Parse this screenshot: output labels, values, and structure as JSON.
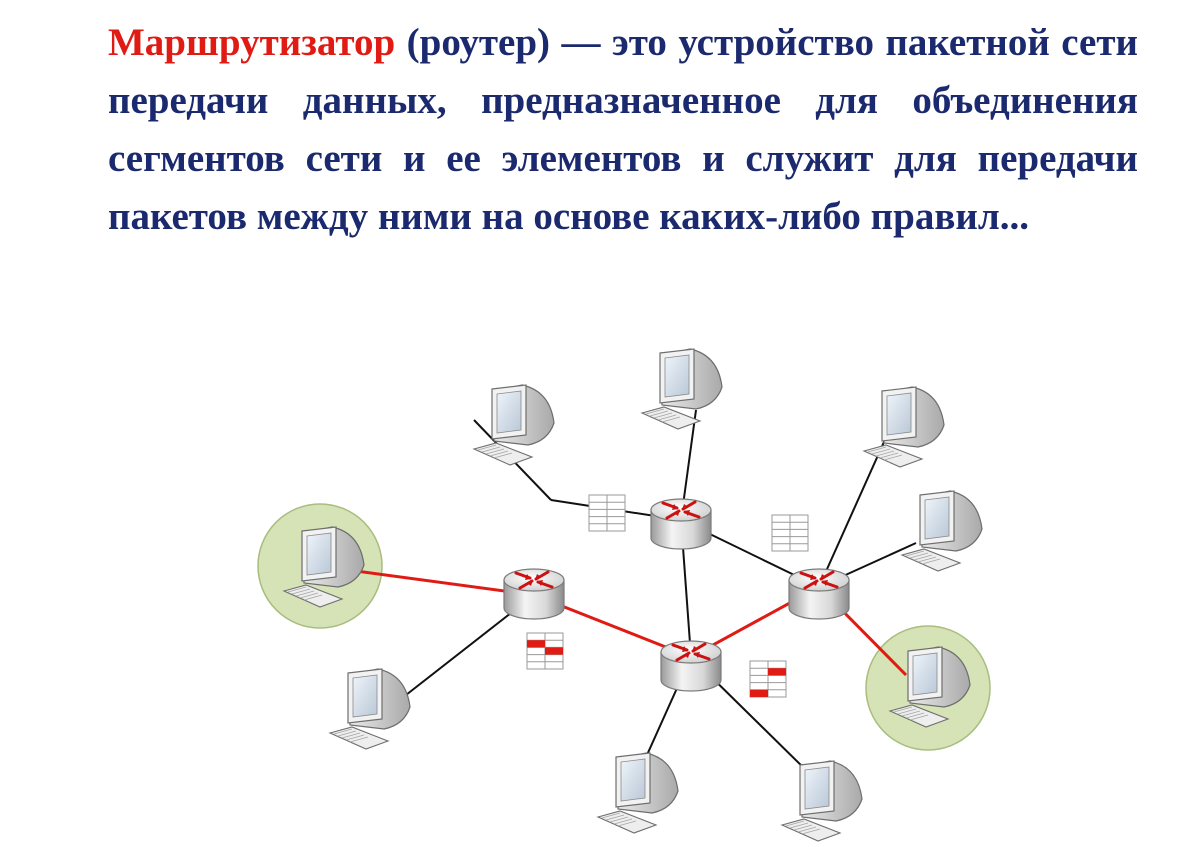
{
  "definition": {
    "term": "Маршрутизатор",
    "text": " (роутер) — это устройство пакетной сети передачи данных, предназначенное для объединения сегментов сети и ее элементов и служит для передачи пакетов между ними на основе каких-либо правил..."
  },
  "colors": {
    "term": "#e01b14",
    "text": "#1b2a6e",
    "active_link": "#e01b14",
    "link": "#111111",
    "highlight_circle": "#d6e3b6"
  },
  "diagram": {
    "icons": {
      "router": "router-icon",
      "computer": "computer-icon",
      "routing_table": "routing-table-icon"
    },
    "routers": [
      "top",
      "left",
      "right",
      "bottom"
    ],
    "computers": [
      "top-left",
      "top-center",
      "top-right",
      "right",
      "left-highlighted",
      "lower-left",
      "right-highlighted",
      "bottom-center",
      "bottom-right"
    ],
    "routing_tables": [
      "top-left",
      "top-right",
      "left-active",
      "bottom-active"
    ]
  }
}
